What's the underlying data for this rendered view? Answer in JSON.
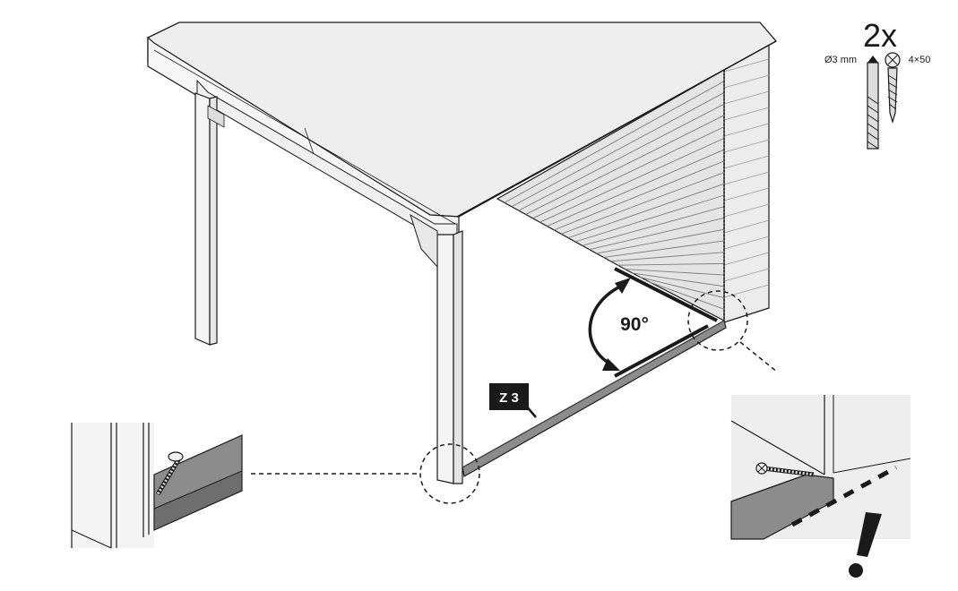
{
  "hardware": {
    "quantity": "2x",
    "drill_label": "Ø3 mm",
    "screw_label": "4×50",
    "drill_icon": "drill-bit-icon",
    "screw_icon": "wood-screw-icon"
  },
  "diagram": {
    "angle_label": "90°",
    "part_label": "Z 3"
  },
  "icons": {
    "angle_arrow": "curved-double-arrow-icon",
    "warning": "exclamation-icon"
  },
  "colors": {
    "outline": "#1a1a1a",
    "roof_fill": "#ececec",
    "post_fill": "#f4f4f4",
    "wall_fill": "#e2e2e2",
    "board_fill": "#8c8c8c",
    "label_bg": "#1a1a1a",
    "label_text": "#ffffff"
  }
}
